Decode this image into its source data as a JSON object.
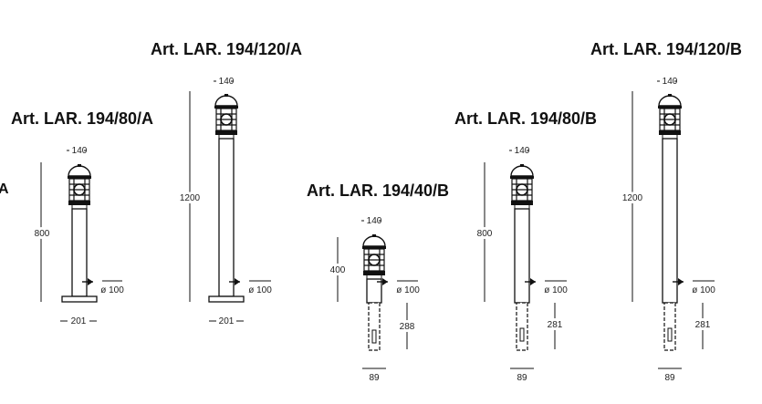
{
  "products": [
    {
      "title": "Art. LAR. 194/80/A",
      "width": "140",
      "height": "800",
      "pipe": "ø 100",
      "base": "201",
      "depth": null
    },
    {
      "title": "Art. LAR. 194/120/A",
      "width": "140",
      "height": "1200",
      "pipe": "ø 100",
      "base": "201",
      "depth": null
    },
    {
      "title": "Art. LAR. 194/40/B",
      "width": "140",
      "height": "400",
      "pipe": "ø 100",
      "base": "89",
      "depth": "288"
    },
    {
      "title": "Art. LAR. 194/80/B",
      "width": "140",
      "height": "800",
      "pipe": "ø 100",
      "base": "89",
      "depth": "281"
    },
    {
      "title": "Art. LAR. 194/120/B",
      "width": "140",
      "height": "1200",
      "pipe": "ø 100",
      "base": "89",
      "depth": "281"
    }
  ],
  "edge_fragment": "A"
}
